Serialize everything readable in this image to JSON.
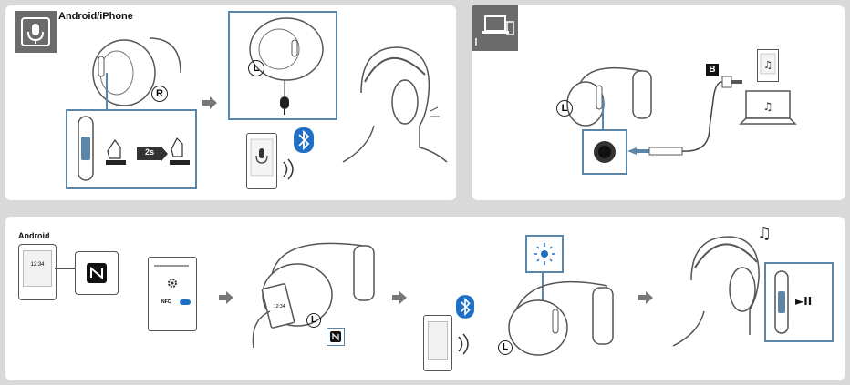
{
  "panels": {
    "voice": {
      "title": "Android/iPhone",
      "side_right": "R",
      "side_left": "L",
      "timer": "2s"
    },
    "wired": {
      "side_left": "L",
      "jack_label": "B"
    },
    "nfc": {
      "title": "Android",
      "phone_time": "12:34",
      "settings_nfc": "NFC",
      "side_left_a": "L",
      "side_left_b": "L",
      "small_phone_time": "12:34",
      "play_pause": "►II"
    }
  },
  "colors": {
    "panel_bg": "#ffffff",
    "page_bg": "#d9d9d9",
    "accent_blue": "#1f6fc4",
    "slider_blue": "#5b86a8",
    "line_gray": "#555555"
  },
  "icons": [
    "mic-icon",
    "devices-icon",
    "bluetooth-icon",
    "nfc-icon",
    "music-note-icon",
    "arrow-right-icon",
    "headphone-jack-icon",
    "gear-icon"
  ]
}
